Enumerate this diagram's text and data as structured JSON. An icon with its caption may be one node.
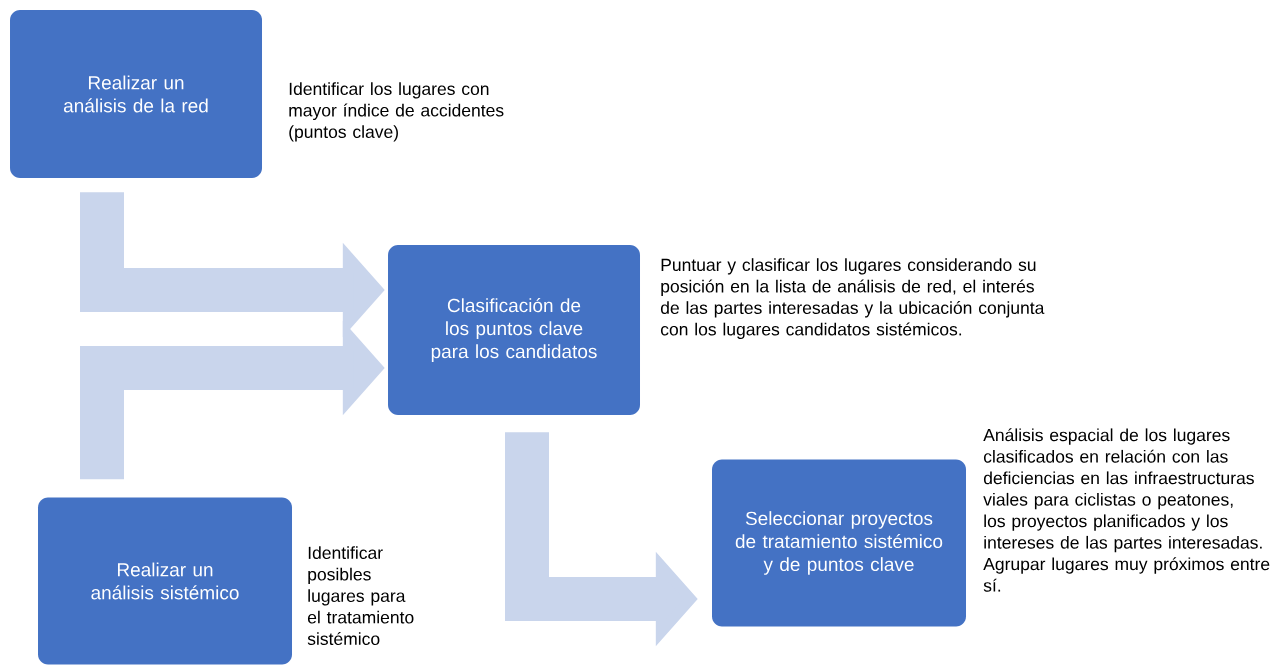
{
  "diagram": {
    "nodes": [
      {
        "text": [
          "Realizar un análisis de la red"
        ],
        "beside": [
          "Identificar los lugares con mayor índice de accidentes (puntos clave)"
        ]
      },
      {
        "text": [
          "Clasificación de los puntos clave para los candidatos"
        ],
        "beside": [
          "Puntuar y clasificar los lugares considerando su posición en la lista de análisis de red, el interés de las partes interesadas y la ubicación conjunta con los lugares candidatos sistémicos."
        ]
      },
      {
        "text": [
          "Realizar un análisis sistémico"
        ],
        "beside": [
          "Identificar posibles lugares para el tratamiento sistémico"
        ]
      },
      {
        "text": [
          "Seleccionar proyectos de tratamiento sistémico y de puntos clave"
        ],
        "beside": [
          "Análisis espacial de los lugares clasificados en relación con las deficiencias en las infraestructuras viales para ciclistas o peatones, los proyectos planificados y los intereses de las partes interesadas. Agrupar lugares muy próximos entre sí."
        ]
      }
    ],
    "edges": [
      {
        "from": 0,
        "to": 1,
        "arrow": "to"
      },
      {
        "from": 2,
        "to": 1,
        "arrow": "to"
      },
      {
        "from": 1,
        "to": 3,
        "arrow": "to"
      }
    ]
  }
}
